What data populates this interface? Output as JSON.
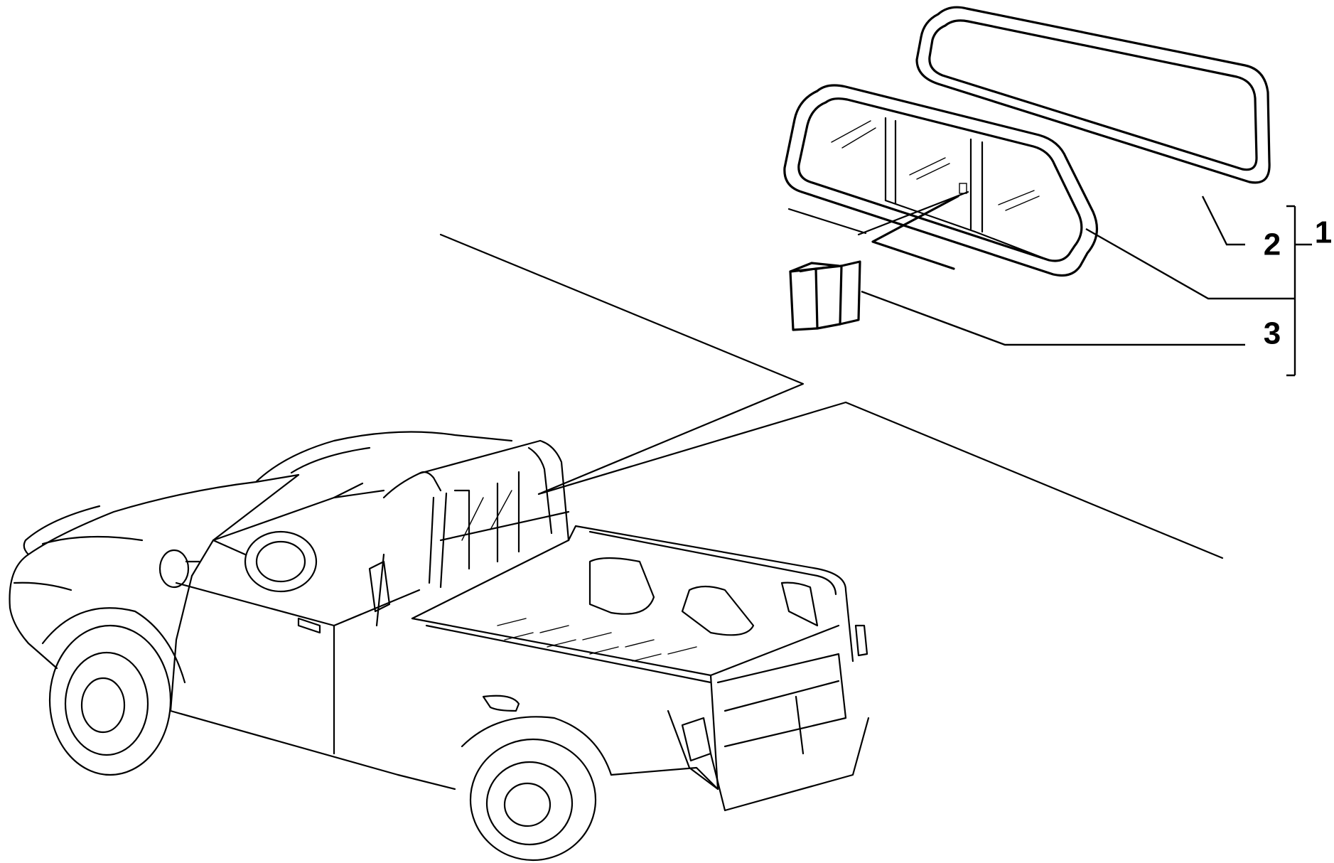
{
  "callouts": {
    "assembly": "1",
    "outer_frame": "2",
    "clip": "3"
  }
}
